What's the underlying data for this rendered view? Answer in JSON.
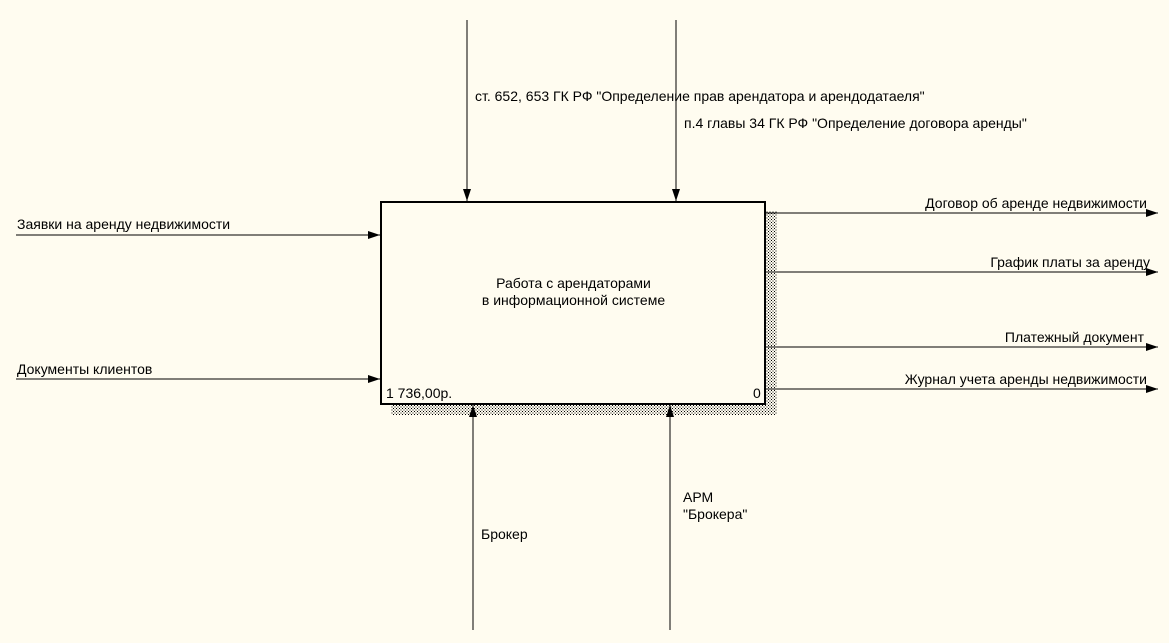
{
  "box": {
    "title_line1": "Работа с арендаторами",
    "title_line2": "в информационной системе",
    "cost": "1 736,00р.",
    "number": "0"
  },
  "controls": [
    "ст. 652, 653 ГК РФ \"Определение прав арендатора и арендодатаеля\"",
    "п.4 главы 34 ГК РФ \"Определение договора аренды\""
  ],
  "inputs": [
    "Заявки на аренду недвижимости",
    "Документы клиентов"
  ],
  "outputs": [
    "Договор об аренде недвижимости",
    "График платы за аренду",
    "Платежный документ",
    "Журнал учета аренды недвижимости"
  ],
  "mechanisms": [
    "Брокер",
    "АРМ\n\"Брокера\""
  ],
  "colors": {
    "background": "#fffcf0",
    "box_fill": "#fffcf0",
    "line": "#000000"
  }
}
